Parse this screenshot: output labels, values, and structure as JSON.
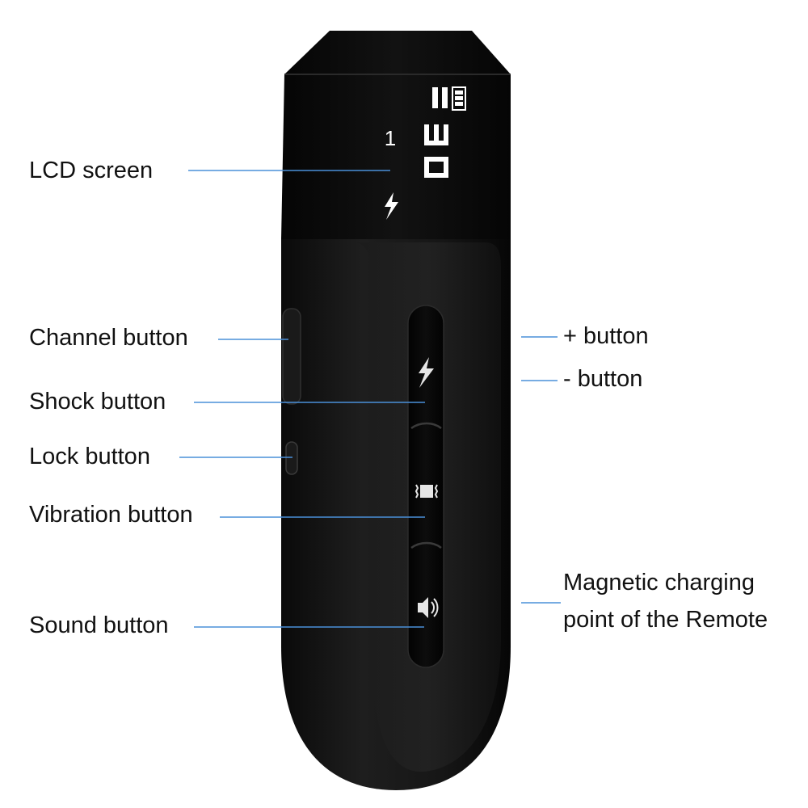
{
  "colors": {
    "leader_line": "#4a90d9",
    "body": "#141414",
    "lcd_glyph": "#ffffff",
    "label_text": "#111111"
  },
  "lcd": {
    "channel": "1",
    "level": "30",
    "battery_bars": 3,
    "mode_icon": "lightning-icon"
  },
  "buttons": [
    {
      "id": "plus",
      "icon": "lightning-icon"
    },
    {
      "id": "vibration",
      "icon": "vibration-icon"
    },
    {
      "id": "sound",
      "icon": "speaker-icon"
    }
  ],
  "labels": {
    "lcd_screen": "LCD screen",
    "channel_button": "Channel button",
    "shock_button": "Shock button",
    "lock_button": "Lock button",
    "vibration_button": "Vibration button",
    "sound_button": "Sound button",
    "plus_button": "+ button",
    "minus_button": "- button",
    "magnetic_charging": "Magnetic charging point of the Remote"
  }
}
